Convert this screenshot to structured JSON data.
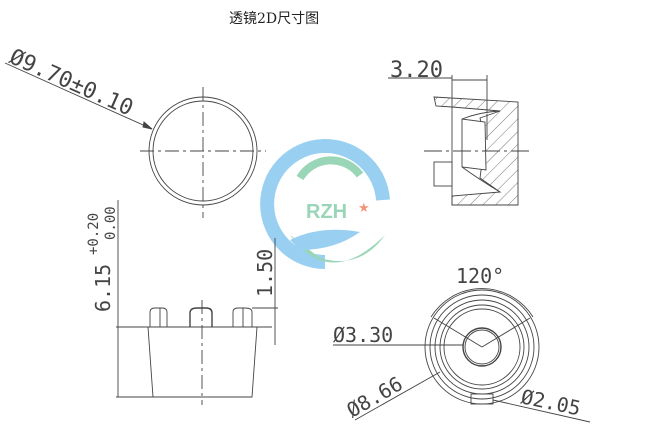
{
  "title": "透镜2D尺寸图",
  "watermark": {
    "text": "RZH",
    "star": "★",
    "colors": {
      "blue": "#8ecbf0",
      "green": "#8fd1b0",
      "text": "#8fd1b0",
      "star": "#f08a70"
    }
  },
  "views": {
    "top_view": {
      "label": "top-circle-view",
      "dimension": "Ø9.70±0.10"
    },
    "section_view": {
      "label": "cross-section-view",
      "dimension": "3.20"
    },
    "side_view": {
      "label": "side-elevation-view",
      "height_dimension": "6.15",
      "tolerance_upper": "+0.20",
      "tolerance_lower": "0.00",
      "pin_dimension": "1.50"
    },
    "bottom_view": {
      "label": "bottom-view",
      "angle": "120°",
      "inner_diameter": "Ø3.30",
      "outer_diameter": "Ø8.66",
      "pin_diameter": "Ø2.05"
    }
  }
}
